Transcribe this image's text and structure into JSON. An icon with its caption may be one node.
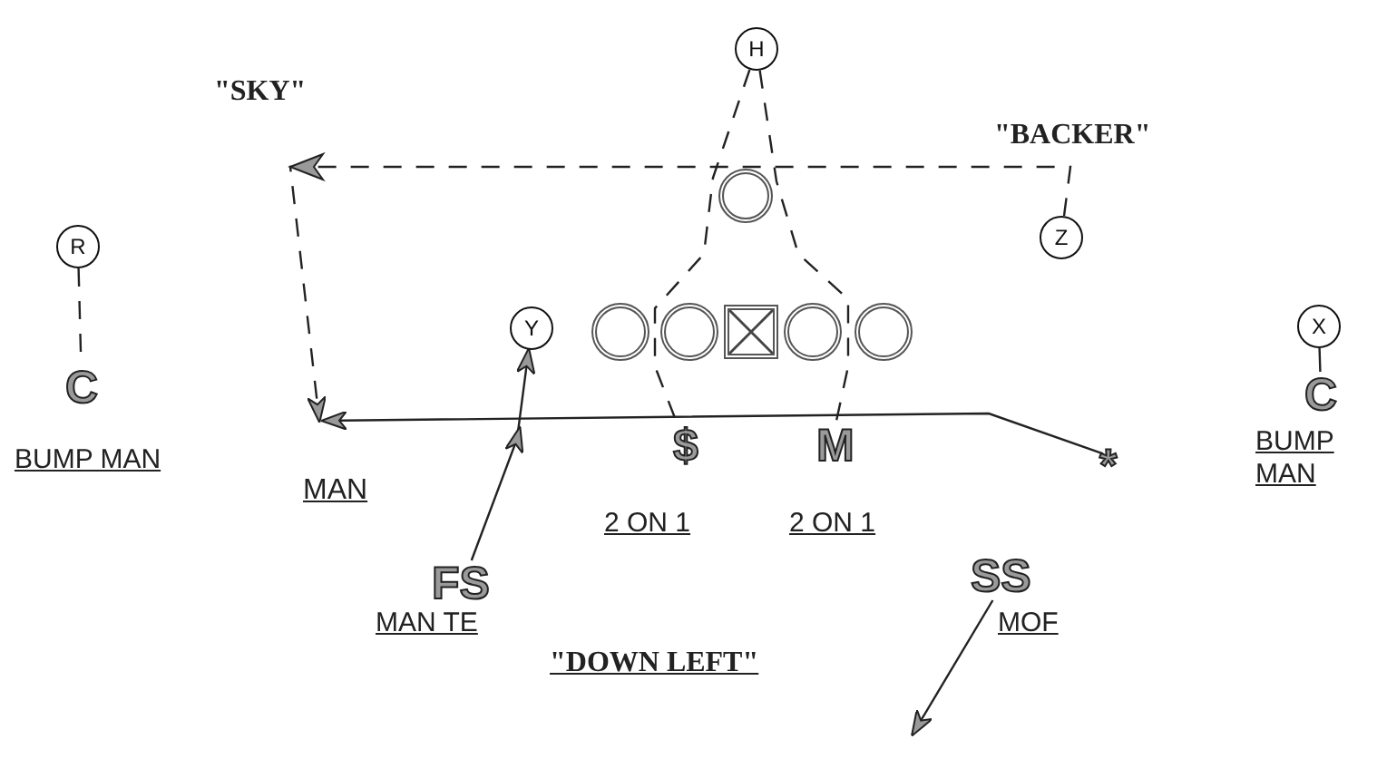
{
  "diagram": {
    "nodes": [
      {
        "text": [
          "H"
        ]
      },
      {
        "text": [
          "R"
        ]
      },
      {
        "text": [
          "Z"
        ]
      },
      {
        "text": [],
        "shape": "circle"
      },
      {
        "text": [
          "Y"
        ]
      },
      {
        "text": [],
        "shape": "circle"
      },
      {
        "text": [],
        "shape": "circle"
      },
      {
        "text": [],
        "shape": "box"
      },
      {
        "text": [],
        "shape": "circle"
      },
      {
        "text": [],
        "shape": "circle"
      },
      {
        "text": [
          "X"
        ]
      },
      {
        "text": [
          "C"
        ],
        "beside": [
          "BUMP MAN"
        ]
      },
      {
        "text": [
          "$"
        ],
        "beside": [
          "2 ON 1"
        ]
      },
      {
        "text": [
          "M"
        ],
        "beside": [
          "2 ON 1"
        ]
      },
      {
        "text": [
          "*"
        ]
      },
      {
        "text": [
          "C"
        ],
        "beside": [
          "BUMP MAN"
        ]
      },
      {
        "text": [
          "FS"
        ],
        "beside": [
          "MAN TE"
        ]
      },
      {
        "text": [
          "SS"
        ],
        "beside": [
          "MOF"
        ]
      }
    ],
    "edges": [
      {
        "from": 0,
        "to": 12,
        "arrow": "none",
        "style": "dashed"
      },
      {
        "from": 0,
        "to": 13,
        "arrow": "none",
        "style": "dashed"
      },
      {
        "from": 2,
        "to": null,
        "arrow": "to",
        "style": "dashed"
      },
      {
        "from": 14,
        "to": null,
        "arrow": "to"
      },
      {
        "from": 16,
        "to": 4,
        "arrow": "to"
      },
      {
        "from": 17,
        "to": null,
        "arrow": "to"
      },
      {
        "from": 1,
        "to": 11,
        "arrow": "none",
        "style": "dashed"
      },
      {
        "from": 10,
        "to": 15,
        "arrow": "none"
      }
    ],
    "labels": [
      "\"SKY\"",
      "\"BACKER\"",
      "MAN",
      "\"DOWN LEFT\""
    ]
  }
}
